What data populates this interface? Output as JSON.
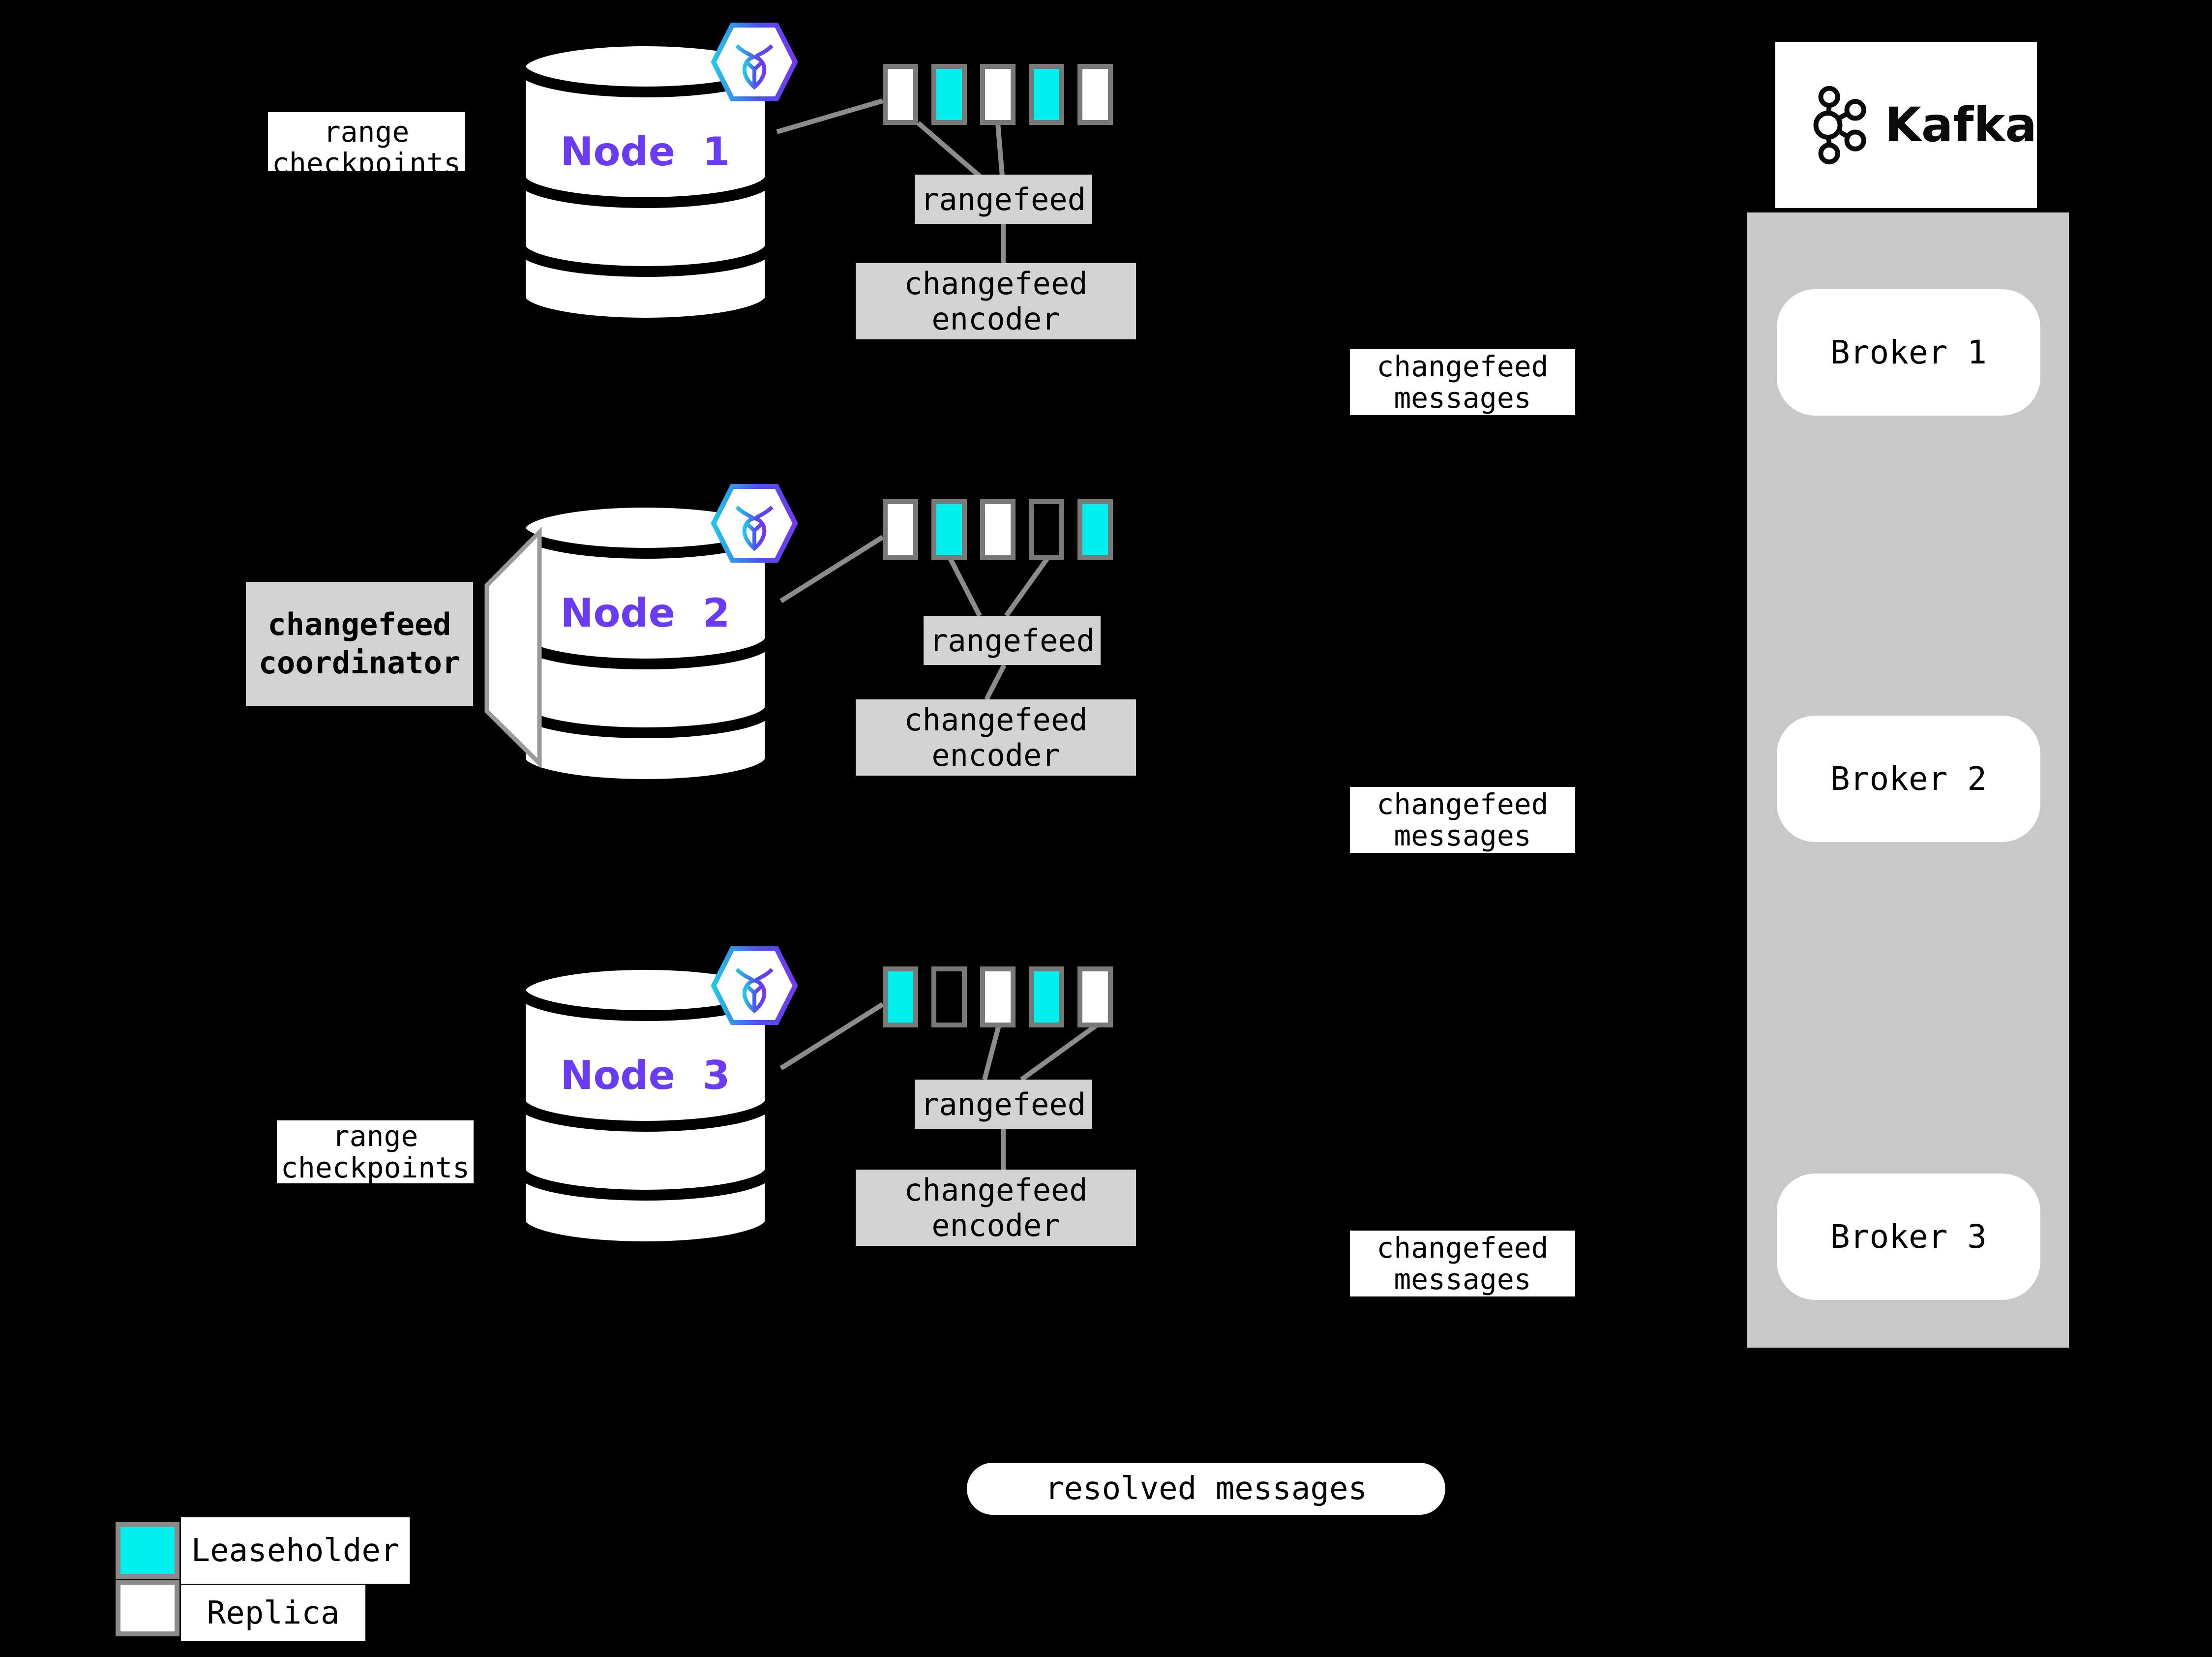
{
  "colors": {
    "background": "#000000",
    "leaseholder_cyan": "#00efef",
    "replica_white": "#ffffff",
    "node_purple": "#6a3bf5",
    "box_gray": "#d2d2d2",
    "container_gray": "#c8c8c8",
    "line_gray": "#8c8c8c"
  },
  "labels": {
    "range_checkpoints_line1": "range",
    "range_checkpoints_line2": "checkpoints",
    "rangefeed": "rangefeed",
    "encoder_line1": "changefeed",
    "encoder_line2": "encoder",
    "coordinator_line1": "changefeed",
    "coordinator_line2": "coordinator",
    "messages_line1": "changefeed",
    "messages_line2": "messages",
    "resolved_messages": "resolved messages"
  },
  "nodes": [
    {
      "label": "Node 1",
      "ranges": [
        "replica",
        "leaseholder",
        "replica",
        "leaseholder",
        "replica"
      ]
    },
    {
      "label": "Node 2",
      "ranges": [
        "replica",
        "leaseholder",
        "replica",
        "empty",
        "leaseholder"
      ]
    },
    {
      "label": "Node 3",
      "ranges": [
        "leaseholder",
        "empty",
        "replica",
        "leaseholder",
        "replica"
      ]
    }
  ],
  "kafka": {
    "title": "Kafka",
    "brokers": [
      "Broker 1",
      "Broker 2",
      "Broker 3"
    ]
  },
  "legend": [
    {
      "kind": "leaseholder",
      "label": "Leaseholder"
    },
    {
      "kind": "replica",
      "label": "Replica"
    }
  ]
}
